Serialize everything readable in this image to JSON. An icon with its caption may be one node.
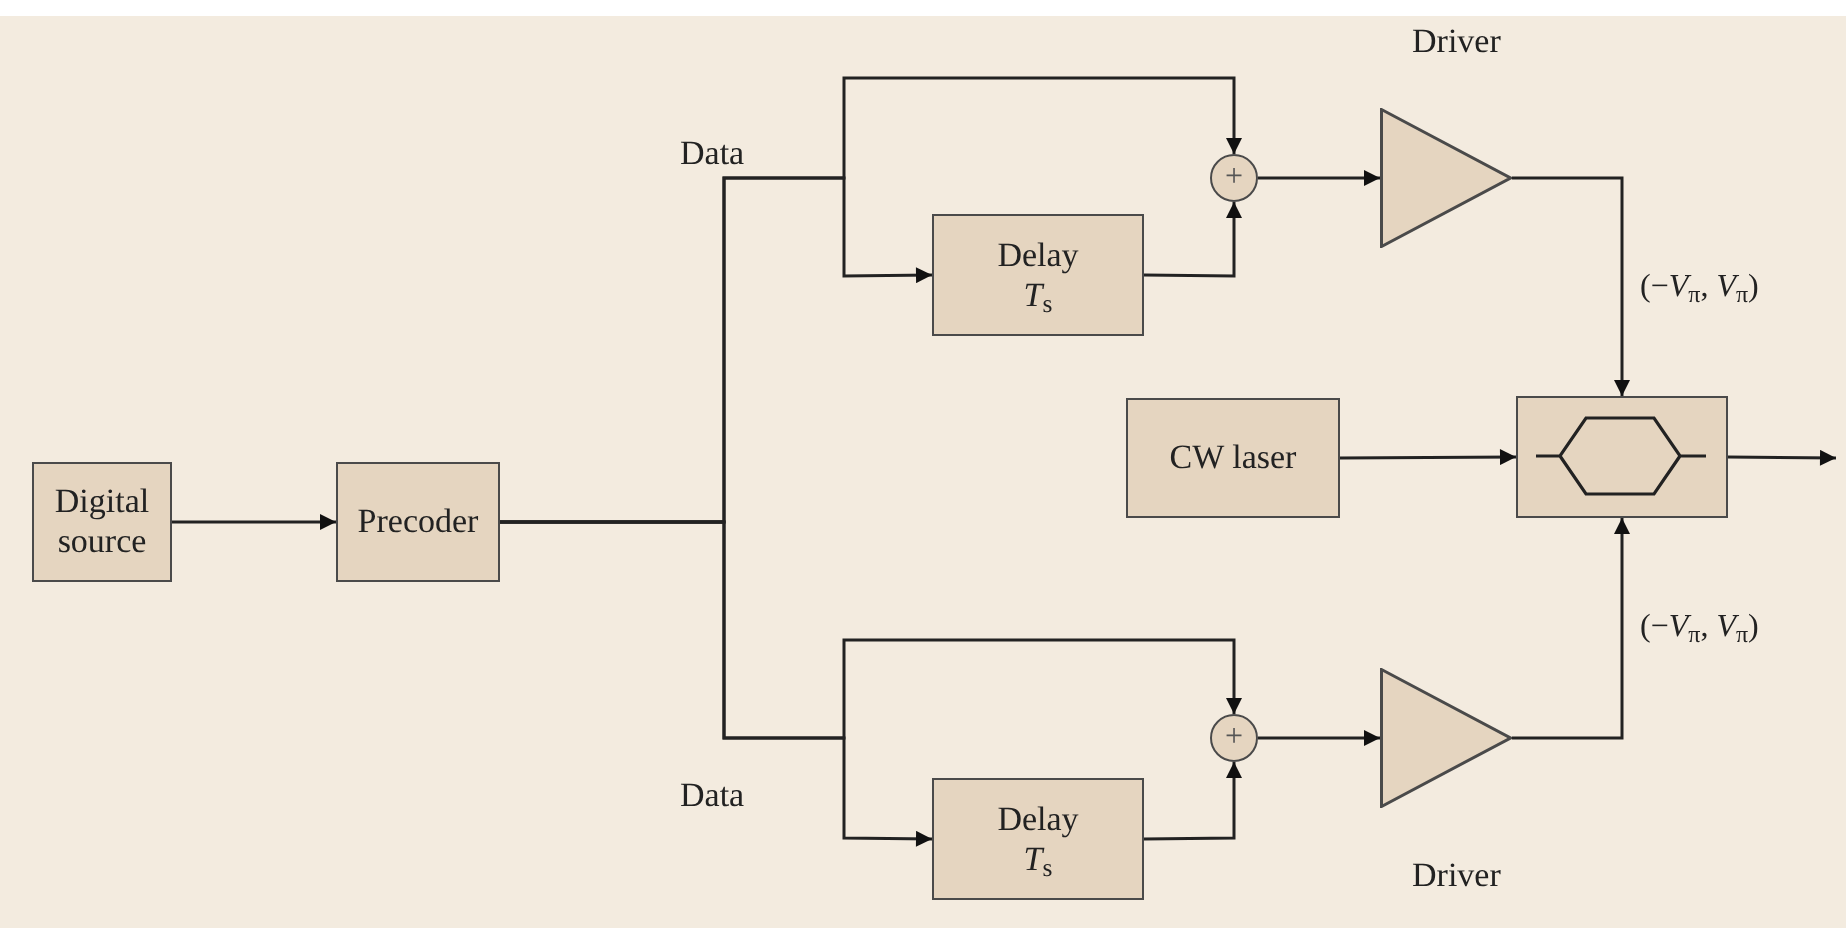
{
  "diagram": {
    "nodes": [
      {
        "text": [
          "Digital source"
        ]
      },
      {
        "text": [
          "Precoder"
        ]
      },
      {
        "text": [
          "Delay",
          "*T*$_{s}$"
        ]
      },
      {
        "text": [
          "+"
        ]
      },
      {
        "text": [
          "Driver"
        ]
      },
      {
        "text": [
          "CW laser"
        ]
      },
      {
        "text": [],
        "shape": "box"
      },
      {
        "text": [
          "Delay",
          "*T*$_{s}$"
        ]
      },
      {
        "text": [
          "+"
        ]
      },
      {
        "text": [
          "Driver"
        ]
      }
    ],
    "edges": [
      {
        "from": 0,
        "to": 1,
        "arrow": "to"
      },
      {
        "from": 1,
        "to": 3,
        "arrow": "to"
      },
      {
        "from": 1,
        "to": 2,
        "arrow": "to"
      },
      {
        "from": 2,
        "to": 3,
        "arrow": "to"
      },
      {
        "from": 3,
        "to": 4,
        "arrow": "to"
      },
      {
        "from": 4,
        "to": 6,
        "arrow": "to",
        "label": "(−*V*$_{π}$, *V*$_{π}$)"
      },
      {
        "from": 5,
        "to": 6,
        "arrow": "to"
      },
      {
        "from": 6,
        "to": null,
        "arrow": "to"
      },
      {
        "from": 1,
        "to": 8,
        "arrow": "to"
      },
      {
        "from": 1,
        "to": 7,
        "arrow": "to"
      },
      {
        "from": 7,
        "to": 8,
        "arrow": "to"
      },
      {
        "from": 8,
        "to": 9,
        "arrow": "to"
      },
      {
        "from": 9,
        "to": 6,
        "arrow": "to",
        "label": "(−*V*$_{π}$, *V*$_{π}$)"
      }
    ],
    "labels": [
      "Data",
      "Data"
    ]
  }
}
